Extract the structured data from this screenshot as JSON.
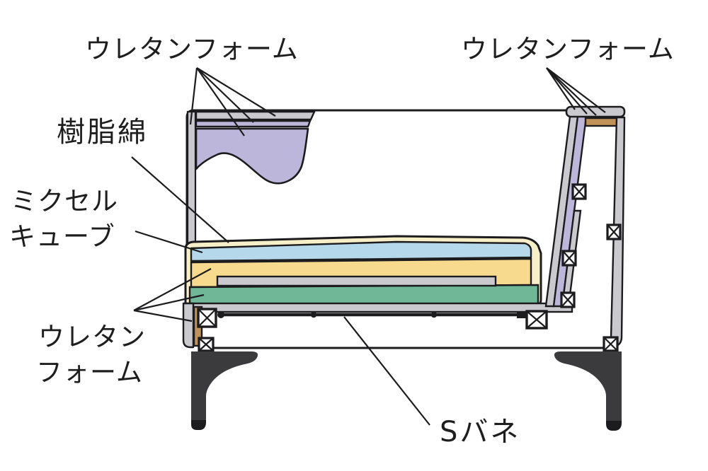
{
  "diagram": {
    "type": "sofa-cross-section-structure",
    "labels": {
      "urethane_top_left": "ウレタンフォーム",
      "urethane_top_right": "ウレタンフォーム",
      "resin_cotton": "樹脂綿",
      "mixel_cube_line1": "ミクセル",
      "mixel_cube_line2": "キューブ",
      "urethane_bottom_line1": "ウレタン",
      "urethane_bottom_line2": "フォーム",
      "s_spring": "Sバネ"
    },
    "colors": {
      "background": "#ffffff",
      "outline": "#1c1c1e",
      "purple_foam": "#bcb7da",
      "gray_fabric": "#c9c9ce",
      "cream_wrap": "#f6efc7",
      "blue_layer": "#b5d9eb",
      "yellow_layer": "#f8da8e",
      "green_layer": "#6fb796",
      "brown_wood": "#c09258",
      "leg": "#3b3b3e",
      "leg_tip": "#1c1c1e",
      "text": "#1e1e1e"
    }
  }
}
